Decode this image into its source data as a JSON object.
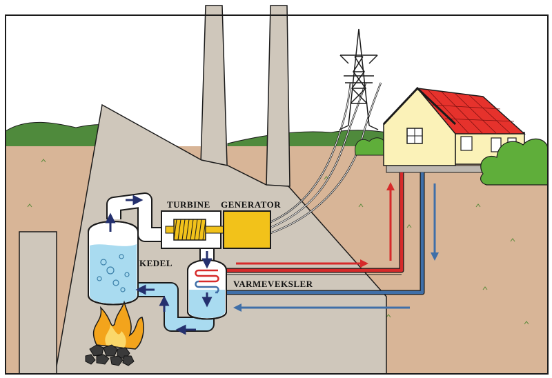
{
  "labels": {
    "turbine": "TURBINE",
    "generator": "GENERATOR",
    "kedel": "KEDEL",
    "varmeveksler": "VARMEVEKSLER"
  },
  "colors": {
    "sky": "#ffffff",
    "ground": "#d8b597",
    "plant": "#cfc7bb",
    "water": "#a9dbf0",
    "hot_pipe": "#d62a2a",
    "cold_pipe": "#3f6fa8",
    "arrow": "#24306e",
    "turbine": "#f2c21a",
    "house_wall": "#fbf2b8",
    "roof": "#e6322c",
    "bush": "#5fae3a",
    "fire": "#f3a41c"
  },
  "icons": {
    "pylon": "power-pylon-icon",
    "fire": "fire-icon",
    "coal": "coal-pile-icon",
    "house": "house-icon"
  }
}
